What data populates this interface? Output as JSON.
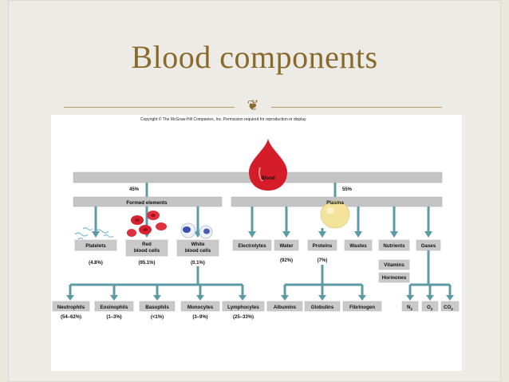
{
  "slide": {
    "title": "Blood components",
    "ornament": "❦"
  },
  "figure": {
    "copyright": "Copyright © The McGraw-Hill Companies, Inc. Permission required for reproduction or display.",
    "blood": "Blood",
    "pct_formed": "45%",
    "pct_plasma": "55%",
    "formed_elements": "Formed elements",
    "plasma": "Plasma",
    "platelets": "Platelets",
    "red_line1": "Red",
    "red_line2": "blood cells",
    "white_line1": "White",
    "white_line2": "blood cells",
    "pct_platelets": "(4.8%)",
    "pct_red": "(95.1%)",
    "pct_white": "(0.1%)",
    "electrolytes": "Electrolytes",
    "water": "Water",
    "proteins": "Proteins",
    "wastes": "Wastes",
    "nutrients": "Nutrients",
    "gases": "Gases",
    "pct_water": "(92%)",
    "pct_proteins": "(7%)",
    "vitamins": "Vitamins",
    "hormones": "Hormones",
    "neutrophils": "Neutrophils",
    "eosinophils": "Eosinophils",
    "basophils": "Basophils",
    "monocytes": "Monocytes",
    "lymphocytes": "Lymphocytes",
    "pct_neutrophils": "(54–62%)",
    "pct_eosinophils": "(1–3%)",
    "pct_basophils": "(<1%)",
    "pct_monocytes": "(3–9%)",
    "pct_lymphocytes": "(25–33%)",
    "albumins": "Albumins",
    "globulins": "Globulins",
    "fibrinogen": "Fibrinogen",
    "n2": "N",
    "o2": "O",
    "co2": "CO",
    "sub2": "2"
  }
}
